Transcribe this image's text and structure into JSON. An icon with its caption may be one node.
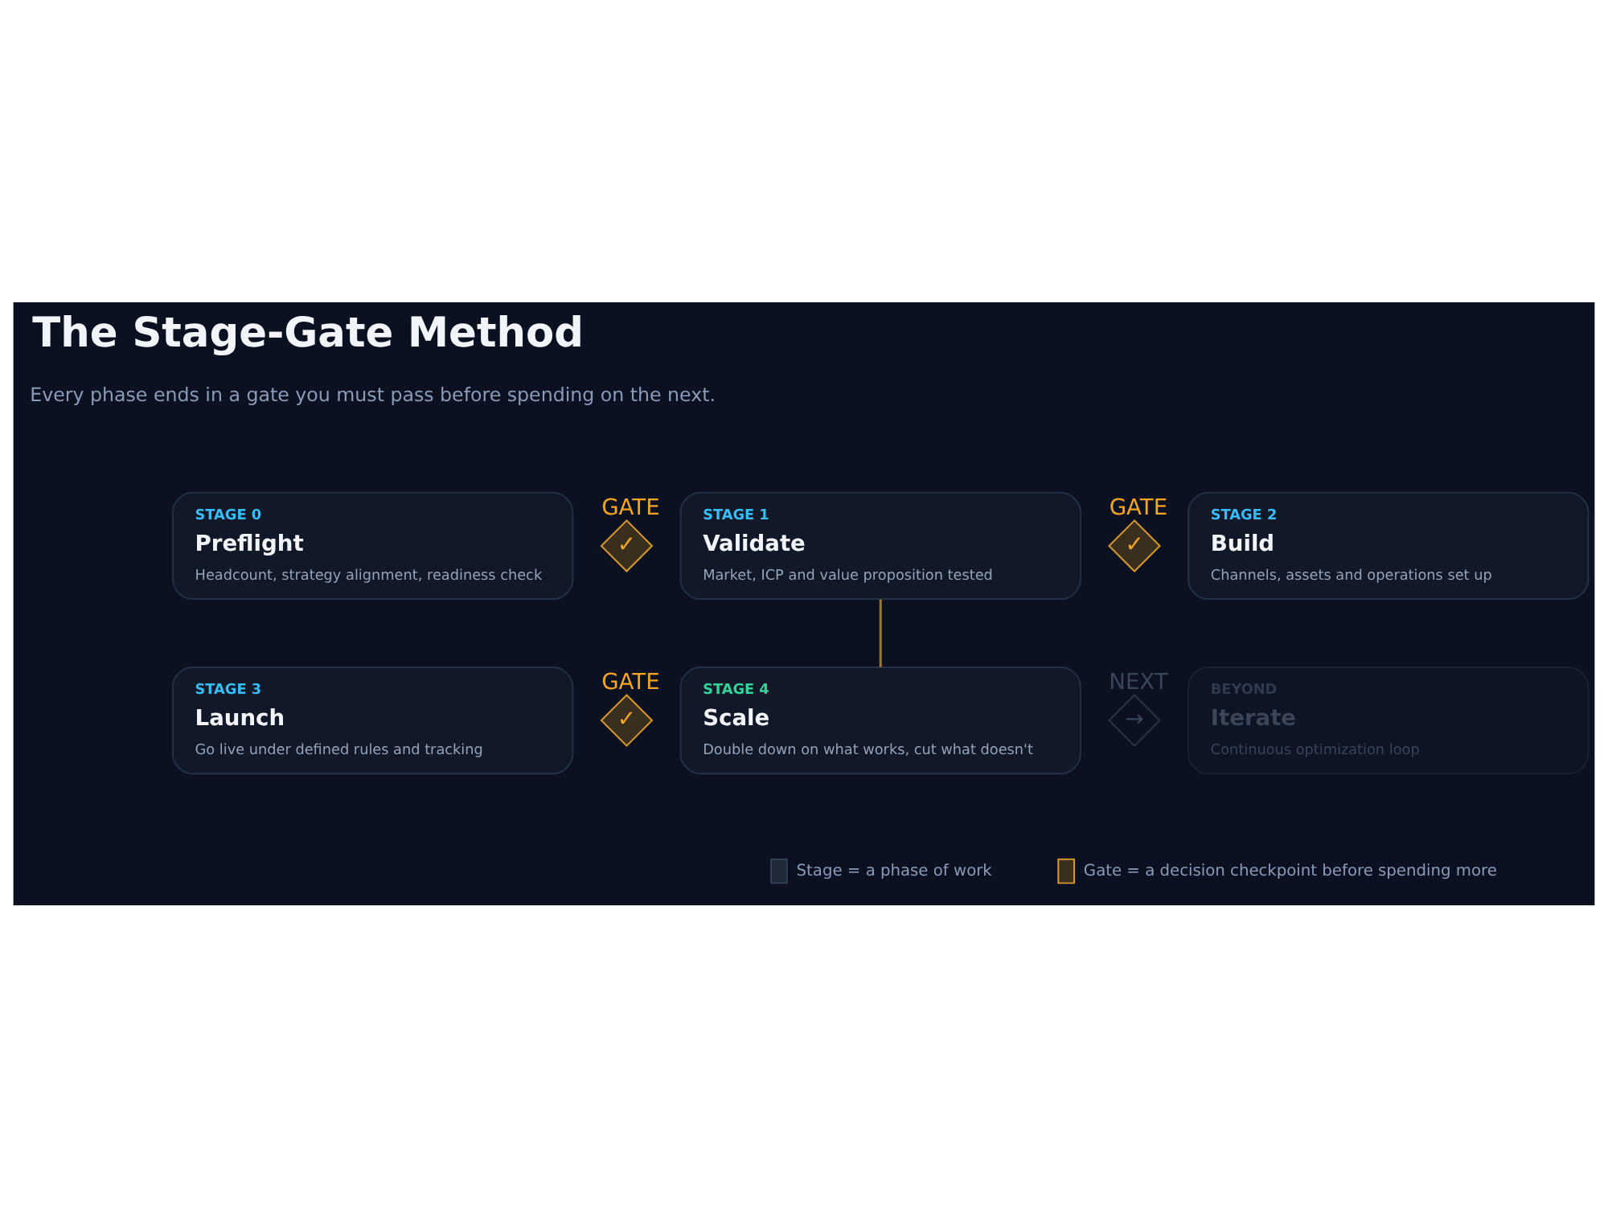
{
  "diagram": {
    "title": "The Stage-Gate Method",
    "nodes": [
      {
        "text": [
          "STAGE 0",
          "Preflight",
          "Headcount, strategy alignment, readiness check"
        ]
      },
      {
        "text": [
          "✓"
        ],
        "beside": [
          "GATE"
        ]
      },
      {
        "text": [
          "STAGE 1",
          "Validate",
          "Market, ICP and value proposition tested"
        ]
      },
      {
        "text": [
          "✓"
        ],
        "beside": [
          "GATE"
        ]
      },
      {
        "text": [
          "STAGE 2",
          "Build",
          "Channels, assets and operations set up"
        ]
      },
      {
        "text": [
          "STAGE 3",
          "Launch",
          "Go live under defined rules and tracking"
        ]
      },
      {
        "text": [
          "✓"
        ],
        "beside": [
          "GATE"
        ]
      },
      {
        "text": [
          "STAGE 4",
          "Scale",
          "Double down on what works, cut what doesn't"
        ]
      },
      {
        "text": [
          "→"
        ],
        "beside": [
          "NEXT"
        ]
      },
      {
        "text": [
          "BEYOND",
          "Iterate",
          "Continuous optimization loop"
        ]
      }
    ],
    "edges": [
      {
        "from": 2,
        "to": 7,
        "arrow": "none",
        "color": "#a8742a"
      }
    ],
    "labels": [
      "Every phase ends in a gate you must pass before spending on the next."
    ],
    "legend": [
      {
        "text": "Stage = a phase of work"
      },
      {
        "text": "Gate = a decision checkpoint before spending more"
      }
    ]
  }
}
